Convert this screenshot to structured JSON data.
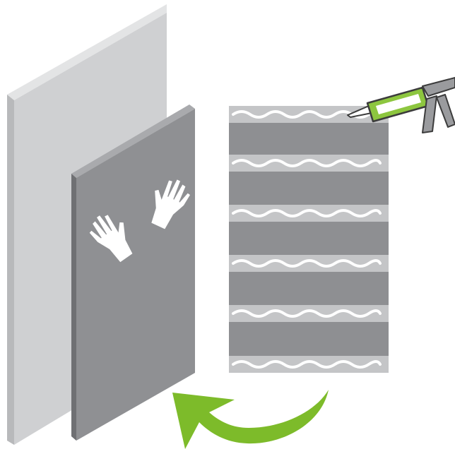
{
  "illustration": {
    "description_visible_text": "",
    "colors": {
      "wall_panel_face": "#cfd0d2",
      "wall_panel_edge": "#b8b9bb",
      "wall_panel_top": "#e3e4e5",
      "board_face": "#8f9093",
      "board_edge": "#6f7073",
      "board_top": "#a9aaad",
      "strip_dark": "#8e8f92",
      "strip_light": "#c4c5c7",
      "adhesive_bead": "#ffffff",
      "gun_body": "#8dc63f",
      "gun_outline": "#3c3c3c",
      "gun_handle": "#9a9b9e",
      "arrow": "#7dbb2a",
      "hands": "#ffffff"
    },
    "elements": {
      "back_panel": "wall-panel",
      "front_board": "board-with-hands",
      "glue_pattern": "adhesive-strips",
      "tool": "caulking-gun-icon",
      "motion": "curved-arrow-icon",
      "hands": [
        "left-hand-icon",
        "right-hand-icon"
      ]
    },
    "adhesive_strip_count": 6
  }
}
